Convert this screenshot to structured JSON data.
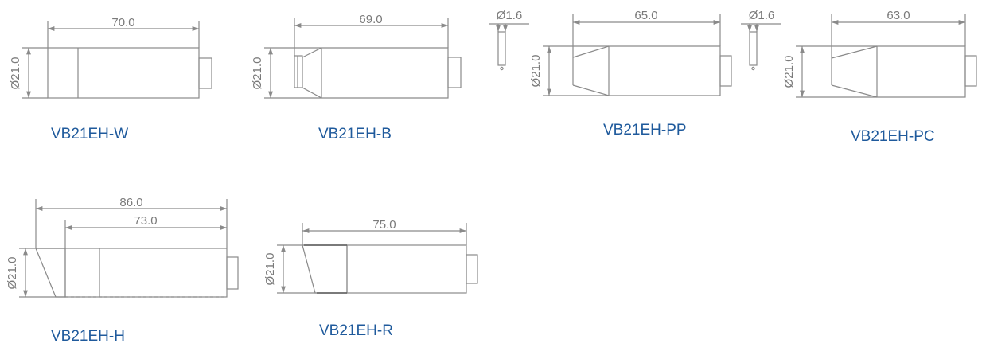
{
  "diagrams": [
    {
      "id": "vb21eh-w",
      "caption": "VB21EH-W",
      "dims": [
        "70.0",
        "Ø21.0"
      ]
    },
    {
      "id": "vb21eh-b",
      "caption": "VB21EH-B",
      "dims": [
        "69.0",
        "Ø21.0"
      ]
    },
    {
      "id": "vb21eh-pp",
      "caption": "VB21EH-PP",
      "dims": [
        "Ø1.6",
        "65.0",
        "Ø21.0"
      ]
    },
    {
      "id": "vb21eh-pc",
      "caption": "VB21EH-PC",
      "dims": [
        "Ø1.6",
        "63.0",
        "Ø21.0"
      ]
    },
    {
      "id": "vb21eh-h",
      "caption": "VB21EH-H",
      "dims": [
        "86.0",
        "73.0",
        "Ø21.0"
      ]
    },
    {
      "id": "vb21eh-r",
      "caption": "VB21EH-R",
      "dims": [
        "75.0",
        "Ø21.0"
      ]
    }
  ],
  "colors": {
    "line": "#8a8a8a",
    "dim_text": "#7a7a7a",
    "caption": "#1f5a9c",
    "background": "#ffffff"
  }
}
